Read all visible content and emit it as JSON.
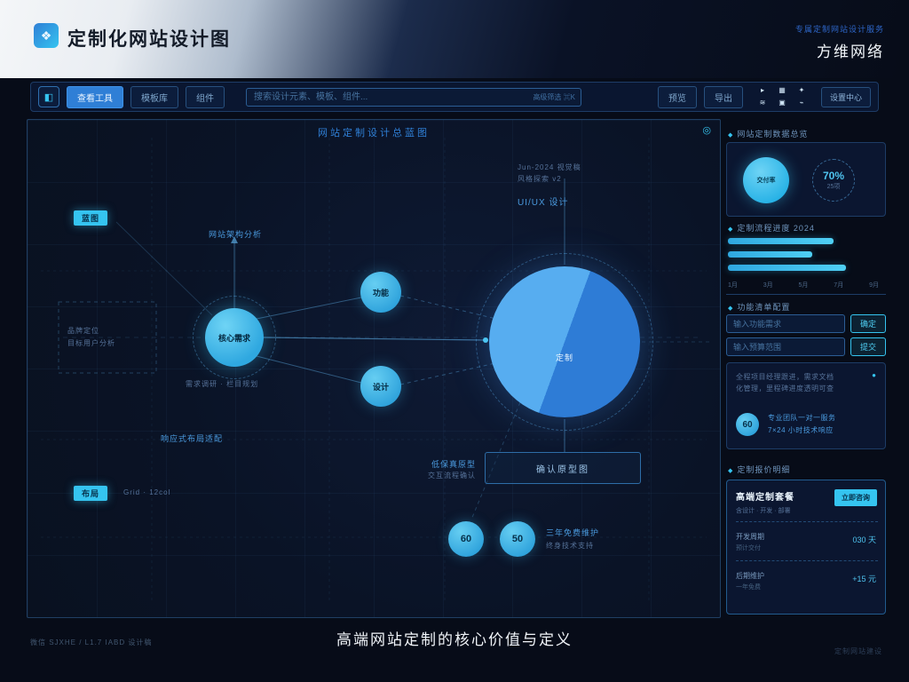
{
  "icons": {
    "logo": "❖",
    "tb_logo": "◧",
    "diamond": "◆",
    "target": "◎",
    "dot": "●",
    "cross": "✛",
    "tool1": "▸",
    "tool2": "▦",
    "tool3": "✦",
    "tool4": "≋",
    "tool5": "▣",
    "tool6": "⌁"
  },
  "header": {
    "title": "定制化网站设计图",
    "brand": "方维网络",
    "tagline": "专属定制网站设计服务"
  },
  "toolbar": {
    "buttons": [
      "查看工具",
      "模板库",
      "组件"
    ],
    "search_placeholder": "搜索设计元素、模板、组件...",
    "search_hint": "高级筛选 ⌘K",
    "actions": [
      "预览",
      "导出"
    ],
    "settings": "设置中心"
  },
  "canvas": {
    "title": "网站定制设计总蓝图",
    "tag_blueprint": "蓝图",
    "tag_layout": "布局",
    "node_core": "核心需求",
    "node_feature": "功能",
    "node_design": "设计",
    "pie_label": "定制",
    "box_prototype": "确认原型图",
    "stat1": "60",
    "stat2": "50",
    "ann_arch": "网站架构分析",
    "ann_left1": "品牌定位",
    "ann_left2": "目标用户分析",
    "ann_core_sub": "需求调研 · 栏目规划",
    "ann_top1": "Jun-2024 视觉稿",
    "ann_top2": "风格探索 v2",
    "ann_uiux": "UI/UX 设计",
    "ann_proto1": "低保真原型",
    "ann_proto2": "交互流程确认",
    "ann_resp": "响应式布局适配",
    "ann_grid": "Grid · 12col",
    "ann_stat1": "三年免费维护",
    "ann_stat2": "终身技术支持"
  },
  "sidebar": {
    "overview_title": "网站定制数据总览",
    "donut_label": "交付率",
    "gauge_value": "70%",
    "gauge_sub": "25项",
    "chart_title": "定制流程进度 2024",
    "chart": {
      "type": "bar",
      "bars": [
        {
          "pct": 70
        },
        {
          "pct": 56
        },
        {
          "pct": 78
        }
      ],
      "ticks": [
        "1月",
        "3月",
        "5月",
        "7月",
        "9月"
      ]
    },
    "form_title": "功能清单配置",
    "inputs": [
      {
        "placeholder": "输入功能需求",
        "button": "确定"
      },
      {
        "placeholder": "输入预算范围",
        "button": "提交"
      }
    ],
    "note": {
      "line1": "全程项目经理跟进，需求文档",
      "line2": "化管理，里程碑进度透明可查",
      "badge": "60",
      "blue1": "专业团队一对一服务",
      "blue2": "7×24 小时技术响应"
    },
    "price_title": "定制报价明细",
    "price": {
      "pkg_title": "高端定制套餐",
      "pkg_sub": "含设计 · 开发 · 部署",
      "pkg_btn": "立即咨询",
      "rows": [
        {
          "label": "开发周期",
          "sub": "预计交付",
          "value": "030 天"
        },
        {
          "label": "后期维护",
          "sub": "一年免费",
          "value": "+15 元"
        }
      ]
    }
  },
  "footer": {
    "center": "高端网站定制的核心价值与定义",
    "left": "微信 SJXHE / L1.7 IABD 设计稿",
    "right": "定制网站建设"
  }
}
